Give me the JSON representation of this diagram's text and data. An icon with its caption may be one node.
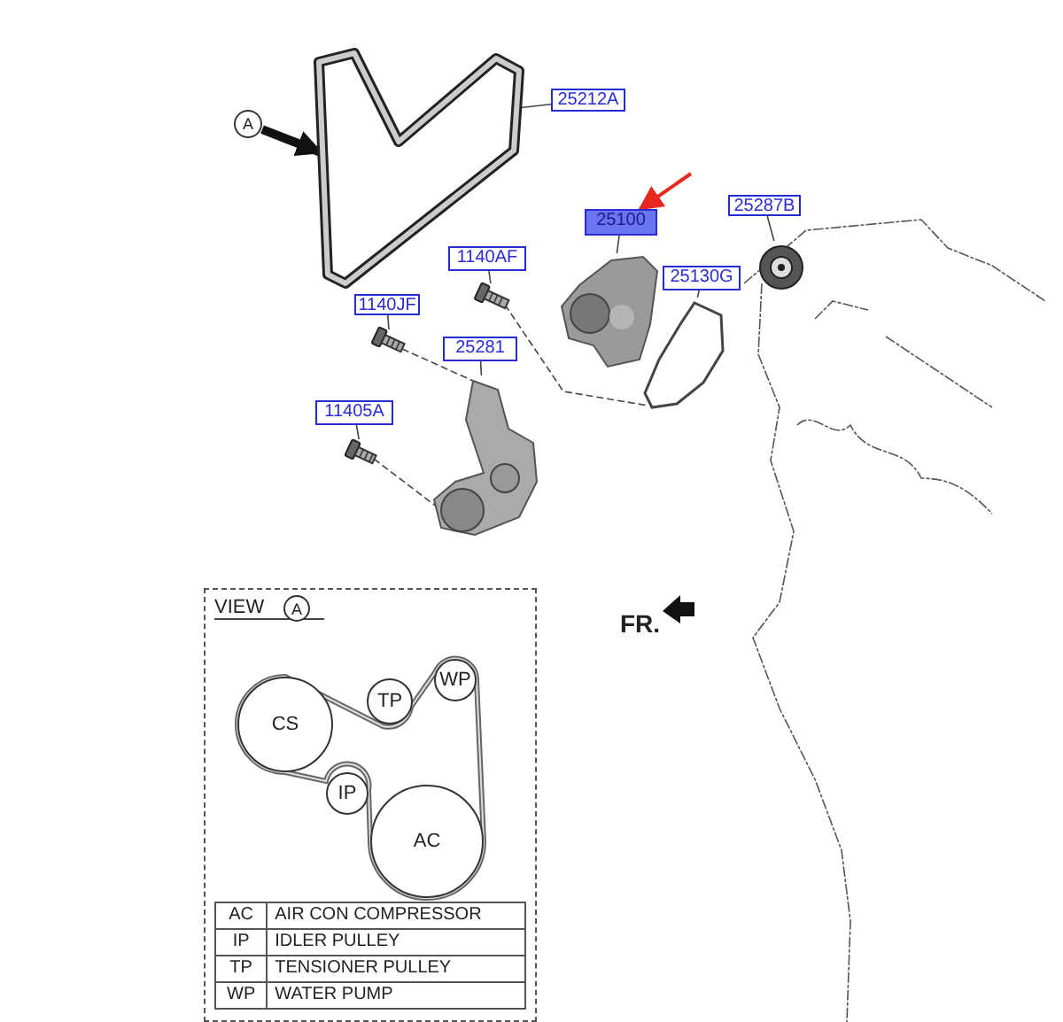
{
  "diagram": {
    "nodes": [
      {
        "text": [
          "25212A"
        ]
      },
      {
        "text": [],
        "shape": "picture"
      },
      {
        "text": [
          "25100"
        ]
      },
      {
        "text": [],
        "shape": "picture"
      },
      {
        "text": [
          "25287B"
        ]
      },
      {
        "text": [],
        "shape": "picture"
      },
      {
        "text": [
          "1140AF"
        ]
      },
      {
        "text": [],
        "shape": "picture"
      },
      {
        "text": [
          "25130G"
        ]
      },
      {
        "text": [],
        "shape": "picture"
      },
      {
        "text": [
          "1140JF"
        ]
      },
      {
        "text": [],
        "shape": "picture"
      },
      {
        "text": [
          "25281"
        ]
      },
      {
        "text": [],
        "shape": "picture"
      },
      {
        "text": [
          "11405A"
        ]
      },
      {
        "text": [],
        "shape": "picture"
      },
      {
        "text": [
          "A"
        ]
      },
      {
        "text": [
          "VIEW"
        ]
      },
      {
        "text": [
          "A"
        ],
        "in": 17
      },
      {
        "text": [
          "CS"
        ],
        "in": 17
      },
      {
        "text": [
          "TP"
        ],
        "in": 17
      },
      {
        "text": [
          "WP"
        ],
        "in": 17
      },
      {
        "text": [
          "IP"
        ],
        "in": 17
      },
      {
        "text": [
          "AC"
        ],
        "in": 17
      }
    ],
    "edges": [
      {
        "from": 0,
        "to": 1,
        "arrow": "none"
      },
      {
        "from": 2,
        "to": 3,
        "arrow": "none"
      },
      {
        "from": 4,
        "to": 5,
        "arrow": "none"
      },
      {
        "from": 6,
        "to": 7,
        "arrow": "none"
      },
      {
        "from": 8,
        "to": 9,
        "arrow": "none"
      },
      {
        "from": 10,
        "to": 11,
        "arrow": "none"
      },
      {
        "from": 12,
        "to": 13,
        "arrow": "none"
      },
      {
        "from": 14,
        "to": 15,
        "arrow": "none"
      },
      {
        "from": 7,
        "to": 9,
        "arrow": "none",
        "style": "dashed"
      },
      {
        "from": 11,
        "to": 13,
        "arrow": "none",
        "style": "dashed"
      },
      {
        "from": 15,
        "to": 13,
        "arrow": "none",
        "style": "dashed"
      },
      {
        "from": null,
        "to": 2,
        "arrow": "to",
        "color": "#e8281e"
      },
      {
        "from": 16,
        "to": 1,
        "arrow": "to",
        "style": "thick",
        "color": "#111111"
      }
    ],
    "labels": [
      "FR.",
      "AC",
      "AIR CON COMPRESSOR",
      "IP",
      "IDLER PULLEY",
      "TP",
      "TENSIONER PULLEY",
      "WP",
      "WATER PUMP"
    ]
  }
}
